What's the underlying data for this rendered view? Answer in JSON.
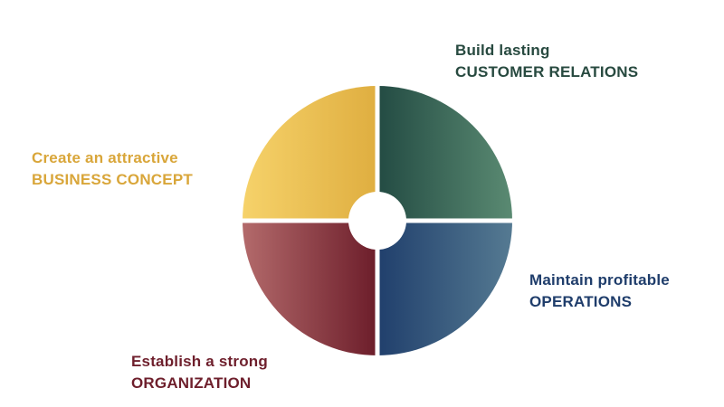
{
  "quadrants": [
    {
      "id": "customer",
      "line1": "Build lasting",
      "line2": "CUSTOMER RELATIONS",
      "color": "#284a40",
      "grad": [
        "#234b43",
        "#5a8a72"
      ]
    },
    {
      "id": "business",
      "line1": "Create an attractive",
      "line2": "BUSINESS CONCEPT",
      "color": "#d9a63a",
      "grad": [
        "#f6d26a",
        "#dfae40"
      ]
    },
    {
      "id": "operations",
      "line1": "Maintain profitable",
      "line2": "OPERATIONS",
      "color": "#1f3d6b",
      "grad": [
        "#203f6c",
        "#557a92"
      ]
    },
    {
      "id": "organization",
      "line1": "Establish a strong",
      "line2": "ORGANIZATION",
      "color": "#6e1f2c",
      "grad": [
        "#b36a6b",
        "#6c1d2a"
      ]
    }
  ]
}
